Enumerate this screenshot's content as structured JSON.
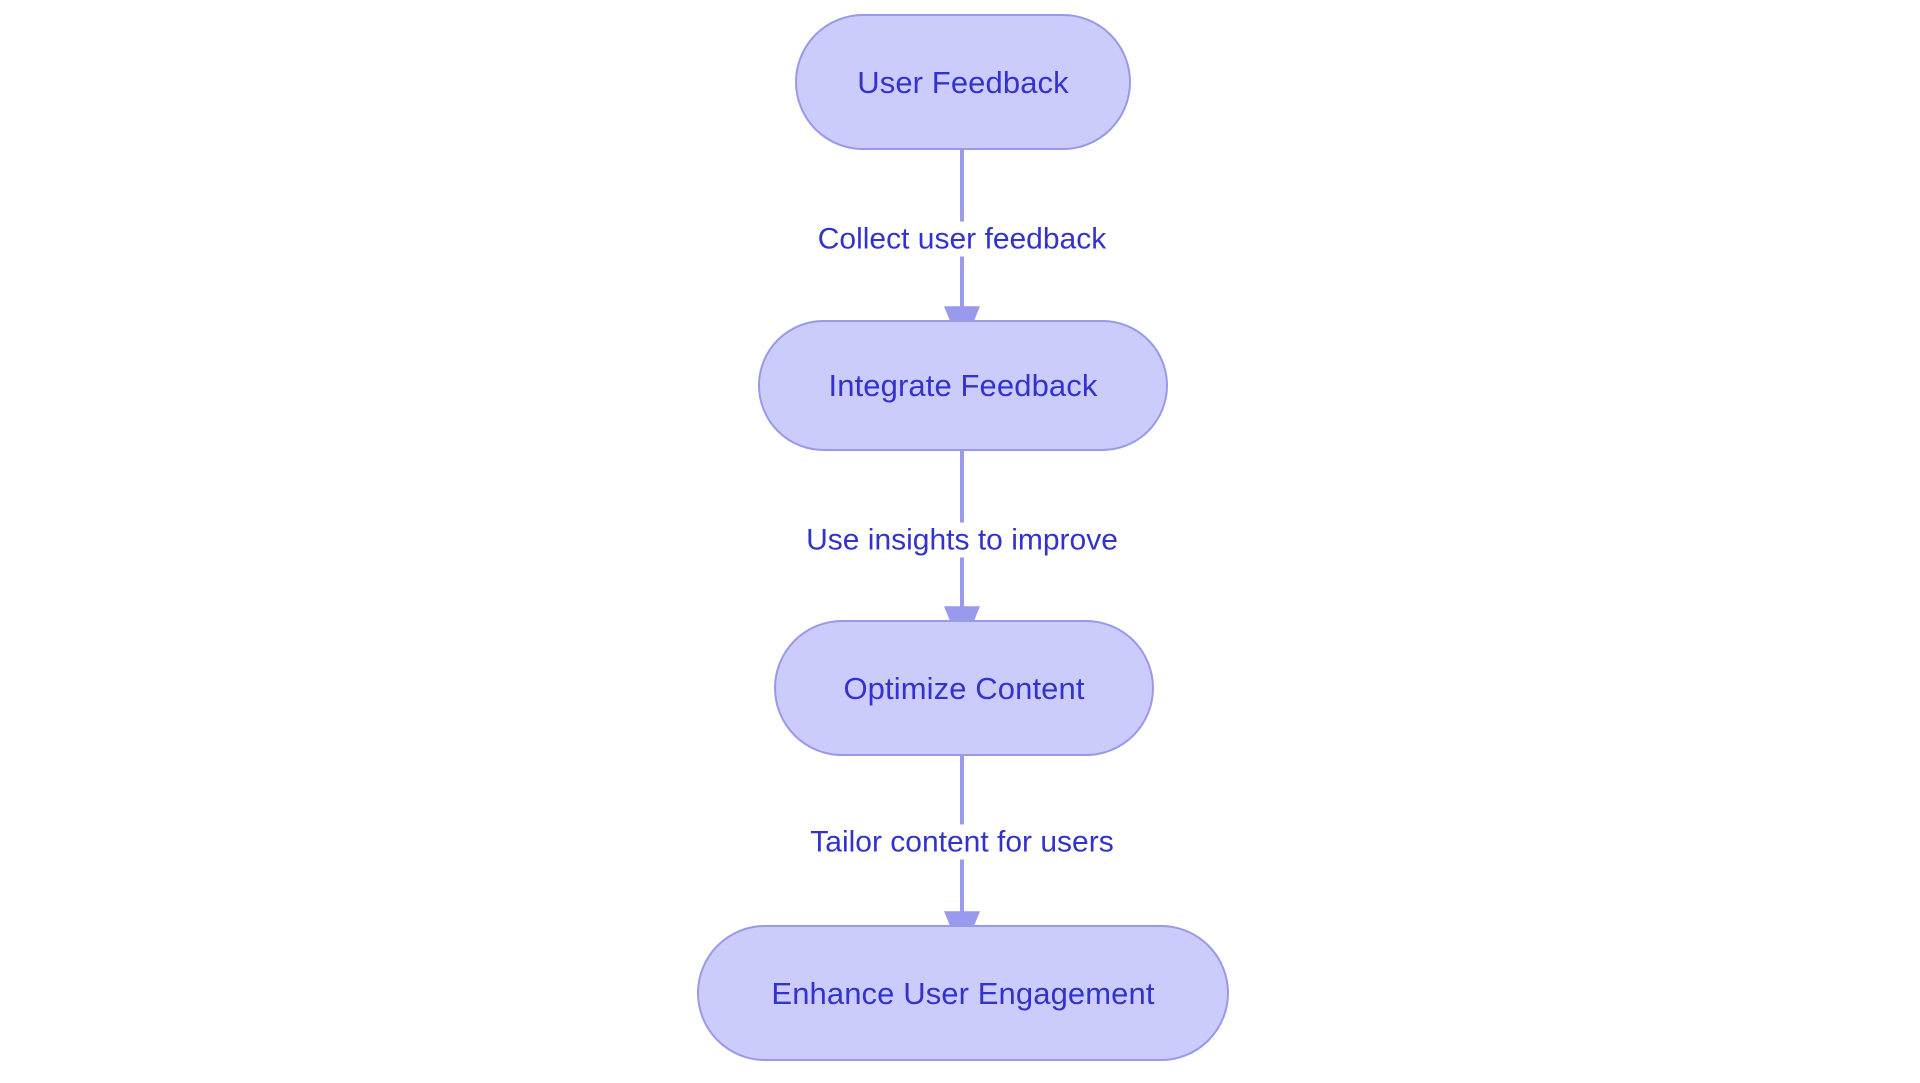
{
  "diagram": {
    "type": "flowchart",
    "orientation": "top-to-bottom",
    "background_color": "#ffffff",
    "node_fill_color": "#ccccfc",
    "node_border_color": "#9999e8",
    "node_text_color": "#3333cc",
    "edge_color": "#9999ee",
    "edge_label_text_color": "#3333cc",
    "node_shape": "stadium",
    "nodes": [
      {
        "id": "user-feedback",
        "label": "User Feedback"
      },
      {
        "id": "integrate-feedback",
        "label": "Integrate Feedback"
      },
      {
        "id": "optimize-content",
        "label": "Optimize Content"
      },
      {
        "id": "enhance-user-engagement",
        "label": "Enhance User Engagement"
      }
    ],
    "edges": [
      {
        "id": "edge-0",
        "from": "user-feedback",
        "to": "integrate-feedback",
        "label": "Collect user feedback"
      },
      {
        "id": "edge-1",
        "from": "integrate-feedback",
        "to": "optimize-content",
        "label": "Use insights to improve"
      },
      {
        "id": "edge-2",
        "from": "optimize-content",
        "to": "enhance-user-engagement",
        "label": "Tailor content for users"
      }
    ]
  }
}
